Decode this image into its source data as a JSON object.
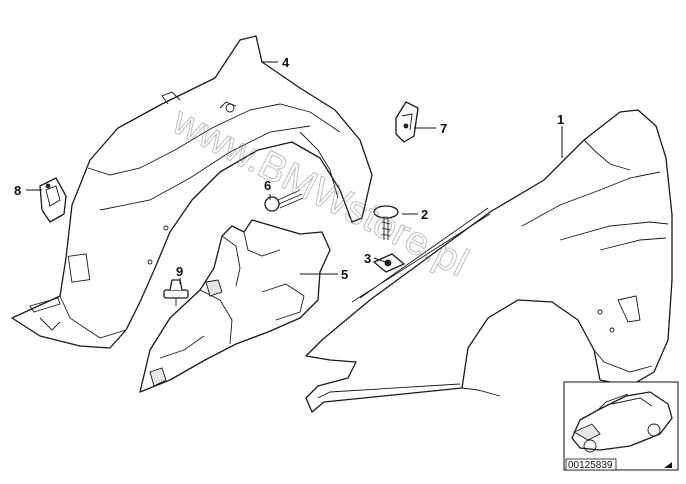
{
  "diagram": {
    "callouts": [
      "1",
      "2",
      "3",
      "4",
      "5",
      "6",
      "7",
      "8",
      "9"
    ],
    "watermark": "www.BMWstore.pl",
    "reference_number": "00125839"
  }
}
